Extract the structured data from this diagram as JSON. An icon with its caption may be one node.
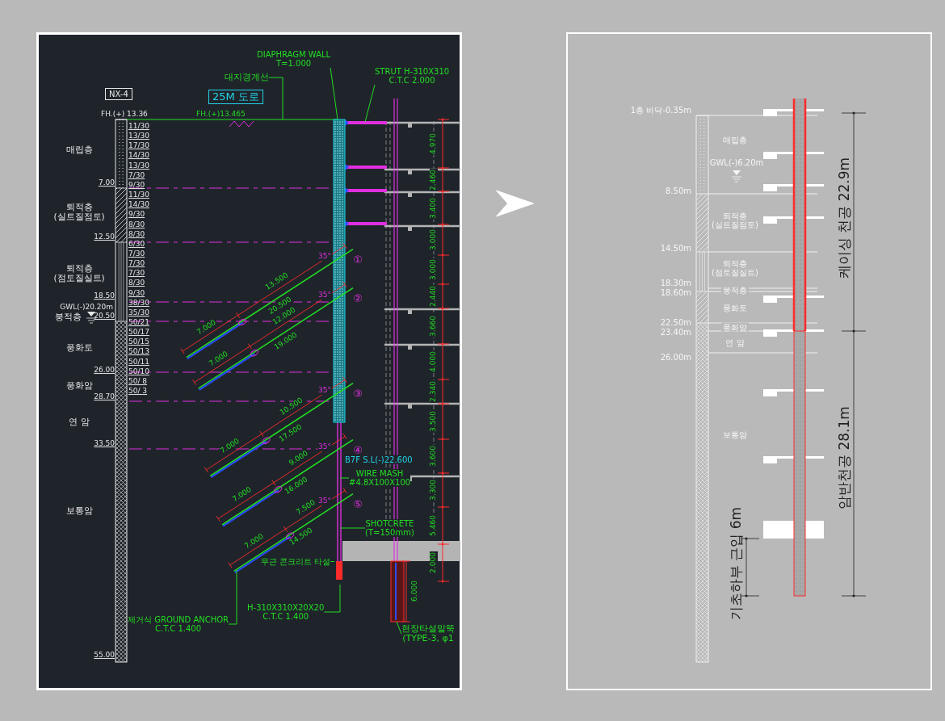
{
  "diagram": {
    "nodes": [
      {
        "text": [],
        "shape": "picture"
      },
      {
        "text": [
          "NX-4"
        ],
        "in": 0
      },
      {
        "text": [
          "25M 도로"
        ],
        "in": 0
      },
      {
        "text": [
          "대지경계선"
        ],
        "in": 0
      },
      {
        "text": [
          "DIAPHRAGM WALL",
          "T=1.000"
        ],
        "in": 0
      },
      {
        "text": [
          "STRUT H-310X310",
          "C.T.C 2.000"
        ],
        "in": 0
      },
      {
        "text": [
          "WIRE MASH",
          "#4.8X100X100"
        ],
        "in": 0
      },
      {
        "text": [
          "SHOTCRETE",
          "(T=150mm)"
        ],
        "in": 0
      },
      {
        "text": [
          "무근 콘크리트 타설"
        ],
        "in": 0
      },
      {
        "text": [
          "H-310X310X20X20",
          "C.T.C 1.400"
        ],
        "in": 0
      },
      {
        "text": [
          "제거식 GROUND ANCHOR",
          "C.T.C 1.400"
        ],
        "in": 0
      },
      {
        "text": [
          "현장타설말뚝",
          "(TYPE-3, φ1"
        ],
        "in": 0
      },
      {
        "text": [],
        "shape": "picture"
      }
    ],
    "edges": [
      {
        "from": 0,
        "to": 12,
        "arrow": "to"
      },
      {
        "from": 3,
        "to": null,
        "arrow": "none"
      },
      {
        "from": 4,
        "to": null,
        "arrow": "none"
      },
      {
        "from": 5,
        "to": null,
        "arrow": "none"
      },
      {
        "from": 6,
        "to": null,
        "arrow": "none"
      },
      {
        "from": 7,
        "to": null,
        "arrow": "none"
      },
      {
        "from": 8,
        "to": null,
        "arrow": "none"
      },
      {
        "from": 9,
        "to": null,
        "arrow": "none"
      },
      {
        "from": 10,
        "to": null,
        "arrow": "none"
      },
      {
        "from": 11,
        "to": null,
        "arrow": "none"
      }
    ],
    "labels": [
      "FH.(+) 13.36",
      "FH.(+)13.465",
      "매립층",
      "퇴적층 (실트질점토)",
      "퇴적층 (점토질실트)",
      "GWL(-)20.20m",
      "붕적층",
      "풍화토",
      "풍화암",
      "연 암",
      "보통암",
      "7.00",
      "12.50",
      "18.50",
      "20.50",
      "26.00",
      "28.70",
      "33.50",
      "55.00",
      "11/30",
      "13/30",
      "17/30",
      "14/30",
      "13/30",
      "7/30",
      "9/30",
      "11/30",
      "14/30",
      "9/30",
      "8/30",
      "8/30",
      "6/30",
      "7/30",
      "7/30",
      "7/30",
      "8/30",
      "9/30",
      "38/30",
      "35/30",
      "50/21",
      "50/17",
      "50/15",
      "50/13",
      "50/11",
      "50/10",
      "50/ 8",
      "50/ 3",
      "20.500",
      "13.500",
      "7.000",
      "35°",
      "①",
      "19.000",
      "12.000",
      "7.000",
      "35°",
      "②",
      "17.500",
      "10.500",
      "7.000",
      "35°",
      "③",
      "16.000",
      "9.000",
      "7.000",
      "35°",
      "④",
      "14.500",
      "7.500",
      "7.000",
      "35°",
      "⑤",
      "4.970",
      "2.460",
      "3.400",
      "3.000",
      "3.000",
      "2.440",
      "3.660",
      "4.000",
      "2.340",
      "3.500",
      "3.600",
      "3.300",
      "5.460",
      "2.000",
      "B7F S.L(-)22.600",
      "6.000",
      "1층 바닥-0.35m",
      "매립층",
      "GWL(-)6.20m",
      "8.50m",
      "퇴적층 (실트질점토)",
      "14.50m",
      "퇴적층 (점토질실트)",
      "18.30m",
      "18.60m",
      "붕적층",
      "풍화토",
      "22.50m",
      "23.40m",
      "풍화암",
      "연 암",
      "26.00m",
      "보통암",
      "케이싱 천공 22.9m",
      "암반천공 28.1m",
      "기초하부 근입 6m"
    ]
  }
}
